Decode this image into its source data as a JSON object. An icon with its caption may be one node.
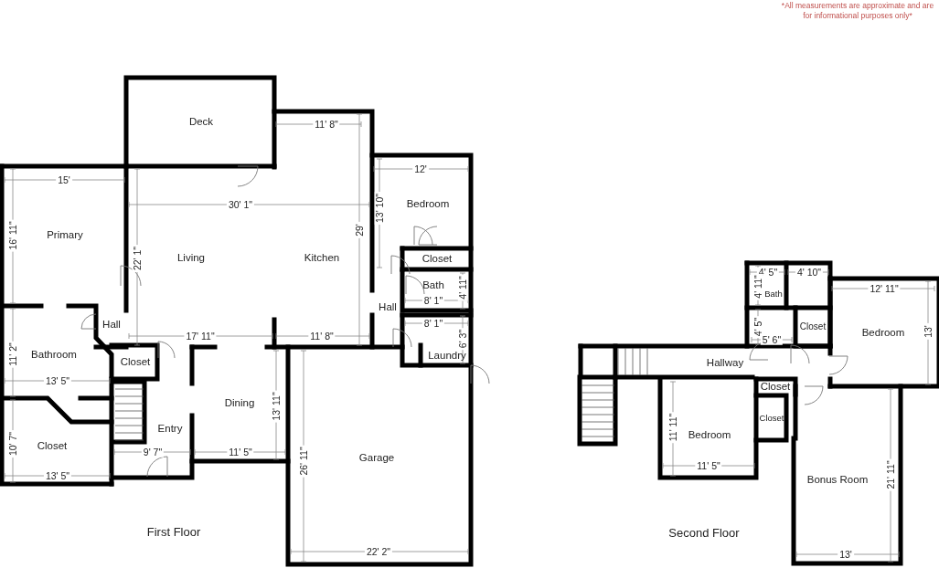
{
  "diagram": {
    "labels": [
      "*All measurements are approximate and are for informational purposes only*",
      "Deck",
      "11' 8\"",
      "12'",
      "15'",
      "30' 1\"",
      "Bedroom",
      "13' 10\"",
      "29'",
      "16' 11\"",
      "Primary",
      "Living",
      "Kitchen",
      "22' 1\"",
      "Closet",
      "Bath",
      "4' 11\"",
      "8' 1\"",
      "Hall",
      "Hall",
      "8' 1\"",
      "6' 3\"",
      "17' 11\"",
      "11' 8\"",
      "11' 2\"",
      "Bathroom",
      "Closet",
      "Laundry",
      "13' 5\"",
      "Dining",
      "13' 11\"",
      "Entry",
      "10' 7\"",
      "Closet",
      "9' 7\"",
      "11' 5\"",
      "Garage",
      "26' 11\"",
      "13' 5\"",
      "First Floor",
      "22' 2\"",
      "4' 5\"",
      "4' 10\"",
      "12' 11\"",
      "4' 11\"",
      "Bath",
      "4' 5\"",
      "Closet",
      "5' 6\"",
      "Bedroom",
      "13'",
      "Hallway",
      "Closet",
      "Closet",
      "11' 11\"",
      "Bedroom",
      "11' 5\"",
      "Bonus Room",
      "21' 11\"",
      "Second Floor",
      "13'"
    ]
  }
}
